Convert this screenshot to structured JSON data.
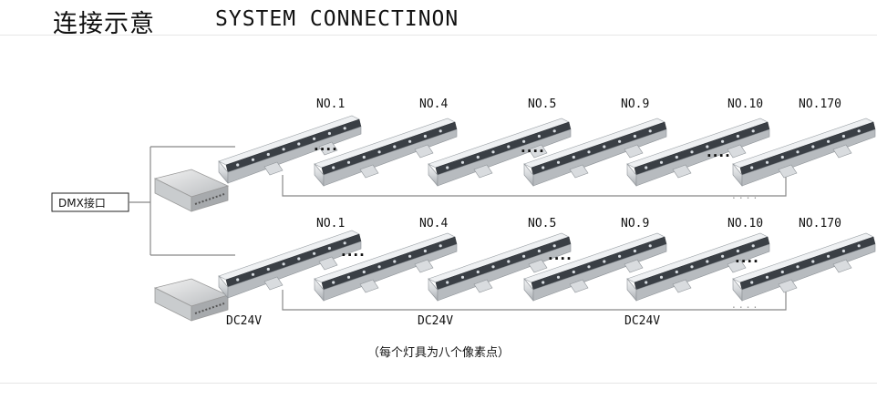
{
  "title": {
    "cn": "连接示意",
    "en": "SYSTEM CONNECTINON"
  },
  "controller": {
    "label": "DMX接口"
  },
  "rows": [
    {
      "labels": [
        "NO.1",
        "NO.4",
        "NO.5",
        "NO.9",
        "NO.10",
        "NO.170"
      ]
    },
    {
      "labels": [
        "NO.1",
        "NO.4",
        "NO.5",
        "NO.9",
        "NO.10",
        "NO.170"
      ]
    }
  ],
  "power_labels": [
    "DC24V",
    "DC24V",
    "DC24V"
  ],
  "ellipsis": "....",
  "ellipsis_light": "....",
  "note": "（每个灯具为八个像素点）"
}
